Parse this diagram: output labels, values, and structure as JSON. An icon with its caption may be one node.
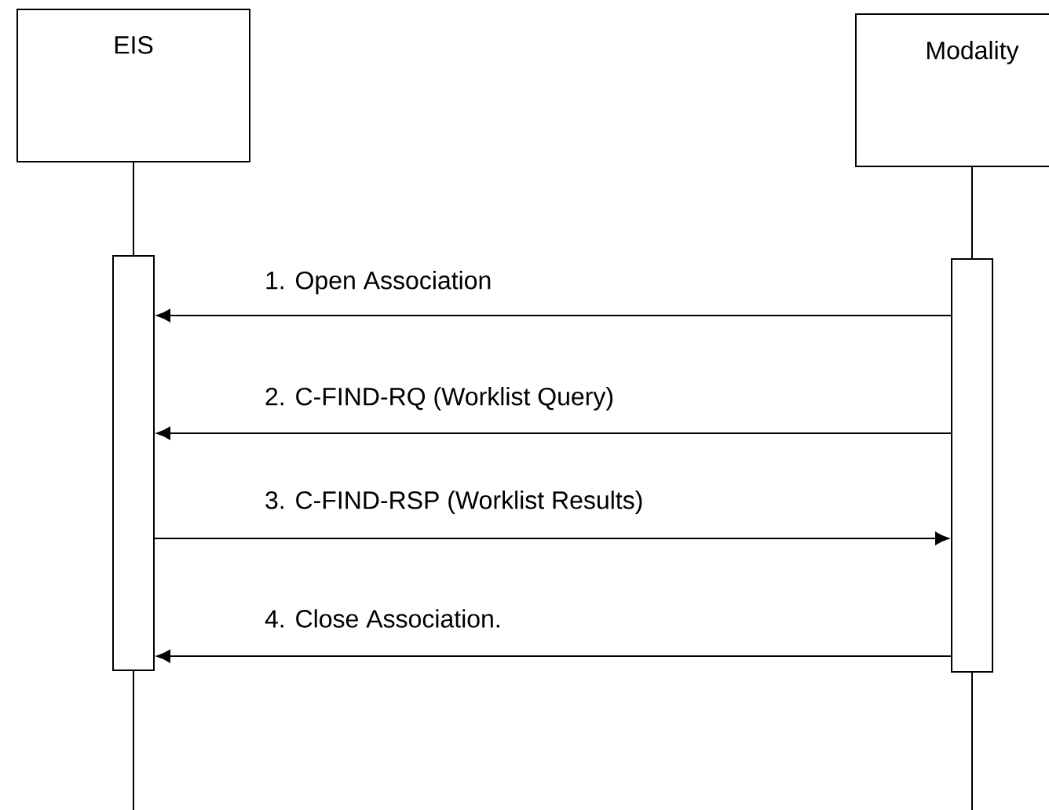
{
  "diagram": {
    "nodes": [
      {
        "text": [
          "EIS"
        ]
      },
      {
        "text": [
          "Modality"
        ]
      },
      {
        "text": [],
        "shape": "bar"
      },
      {
        "text": [],
        "shape": "bar"
      }
    ],
    "edges": [
      {
        "from": 0,
        "to": 2,
        "arrow": "none"
      },
      {
        "from": 1,
        "to": 3,
        "arrow": "none"
      },
      {
        "from": 2,
        "to": null,
        "arrow": "none"
      },
      {
        "from": 3,
        "to": null,
        "arrow": "none"
      },
      {
        "from": 3,
        "to": 2,
        "arrow": "to",
        "label": "1. Open Association"
      },
      {
        "from": 3,
        "to": 2,
        "arrow": "to",
        "label": "2. C-FIND-RQ (Worklist Query)"
      },
      {
        "from": 2,
        "to": 3,
        "arrow": "to",
        "label": "3. C-FIND-RSP (Worklist Results)"
      },
      {
        "from": 3,
        "to": 2,
        "arrow": "to",
        "label": "4. Close Association."
      }
    ]
  }
}
